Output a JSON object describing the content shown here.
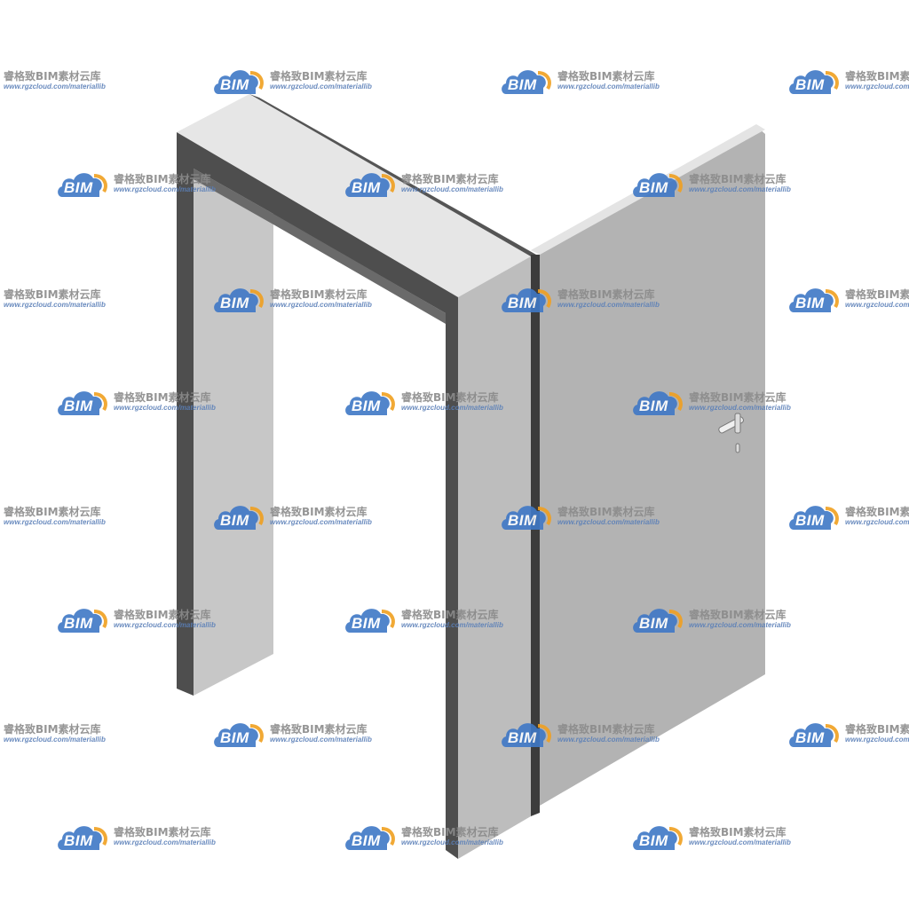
{
  "watermark": {
    "logo_text": "BIM",
    "brand_text": "睿格致BIM素材云库",
    "url_text": "www.rgzcloud.com/materiallib",
    "colors": {
      "cloud_blue": "#3f78c6",
      "cloud_orange": "#f0a020",
      "brand_gray": "#8a8a8a"
    }
  },
  "scene": {
    "subject": "door-frame-and-door-leaf-model",
    "colors": {
      "frame_top": "#e6e6e6",
      "frame_front": "#4e4e4e",
      "frame_side": "#bdbdbd",
      "door_face": "#b3b3b3",
      "door_edge": "#e4e4e4",
      "door_gap": "#3c3c3c",
      "handle": "#f0f0f0"
    }
  }
}
